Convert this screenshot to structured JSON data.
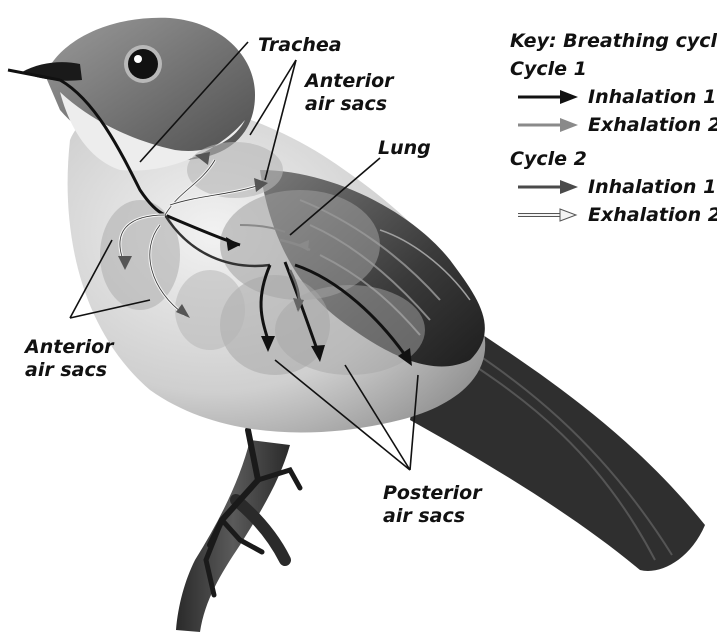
{
  "labels": {
    "trachea": "Trachea",
    "anterior_top": [
      "Anterior",
      "air sacs"
    ],
    "lung": "Lung",
    "anterior_left": [
      "Anterior",
      "air sacs"
    ],
    "posterior": [
      "Posterior",
      "air sacs"
    ]
  },
  "key": {
    "title": "Key: Breathing cycles",
    "cycle1": {
      "title": "Cycle 1",
      "inhalation": "Inhalation 1",
      "exhalation": "Exhalation 2"
    },
    "cycle2": {
      "title": "Cycle 2",
      "inhalation": "Inhalation 1",
      "exhalation": "Exhalation 2"
    }
  },
  "colors": {
    "cycle1_inhalation": "#111111",
    "cycle1_exhalation": "#8a8a8a",
    "cycle2_inhalation": "#4a4a4a",
    "cycle2_exhalation": "#f2f2f2"
  }
}
